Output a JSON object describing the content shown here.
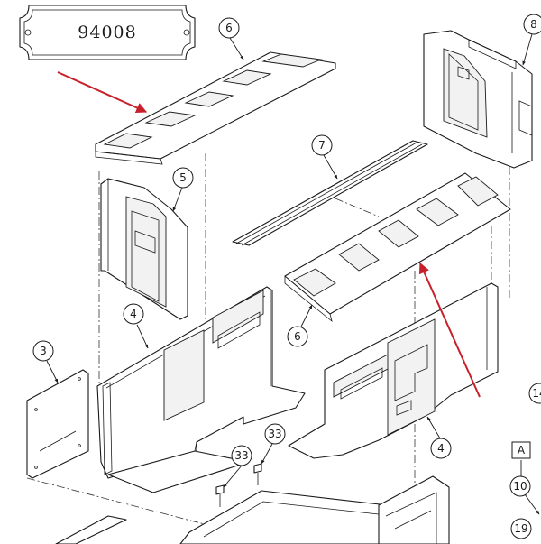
{
  "plate": {
    "number": "94008"
  },
  "callouts": {
    "c6a": "6",
    "c8": "8",
    "c7": "7",
    "c5": "5",
    "c6b": "6",
    "c4a": "4",
    "c3": "3",
    "c4b": "4",
    "c33a": "33",
    "c33b": "33",
    "c14": "14",
    "cA": "A",
    "c10": "10",
    "c19": "19"
  },
  "colors": {
    "arrow": "#c8202a",
    "line": "#1a1a1a"
  },
  "parts": [
    "roof",
    "cupola",
    "roof-walkway",
    "end-wall",
    "side-wall",
    "end-panel",
    "screw"
  ]
}
